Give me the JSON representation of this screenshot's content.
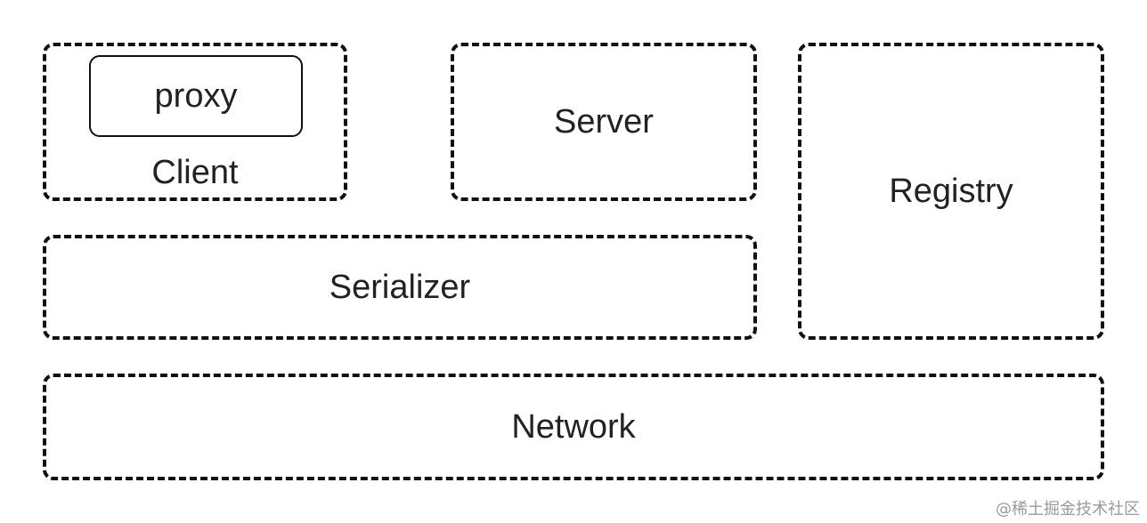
{
  "diagram": {
    "client": {
      "label": "Client",
      "proxy_label": "proxy"
    },
    "server": {
      "label": "Server"
    },
    "registry": {
      "label": "Registry"
    },
    "serializer": {
      "label": "Serializer"
    },
    "network": {
      "label": "Network"
    }
  },
  "watermark": "@稀土掘金技术社区",
  "colors": {
    "border": "#111111",
    "text": "#222222",
    "background": "#ffffff",
    "watermark": "#9a9a9a"
  }
}
